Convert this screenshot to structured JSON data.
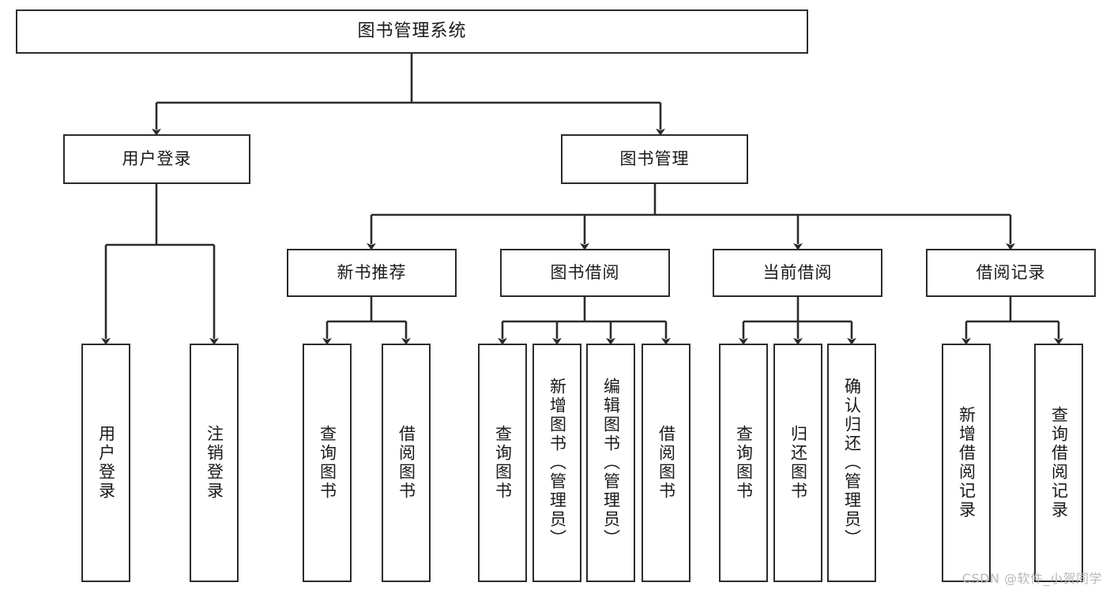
{
  "diagram": {
    "kind": "tree-structure-chart",
    "title": "图书管理系统",
    "watermark": "CSDN @软件_小贺同学",
    "colors": {
      "stroke": "#2b2b2b",
      "fill": "#ffffff",
      "text": "#1a1a1a",
      "watermark": "#b9b9b9"
    },
    "nodes": {
      "root": {
        "label": "图书管理系统"
      },
      "level1": [
        {
          "id": "user-login",
          "label": "用户登录"
        },
        {
          "id": "book-manage",
          "label": "图书管理"
        }
      ],
      "level2": [
        {
          "id": "new-book-recommend",
          "label": "新书推荐"
        },
        {
          "id": "book-borrow",
          "label": "图书借阅"
        },
        {
          "id": "current-borrow",
          "label": "当前借阅"
        },
        {
          "id": "borrow-record",
          "label": "借阅记录"
        }
      ],
      "leaves": {
        "user_login": [
          {
            "id": "leaf-user-login",
            "label": "用户登录"
          },
          {
            "id": "leaf-logout-login",
            "label": "注销登录"
          }
        ],
        "new_book_recommend": [
          {
            "id": "leaf-query-book-1",
            "label": "查询图书"
          },
          {
            "id": "leaf-borrow-book-1",
            "label": "借阅图书"
          }
        ],
        "book_borrow": [
          {
            "id": "leaf-query-book-2",
            "label": "查询图书"
          },
          {
            "id": "leaf-add-book",
            "label": "新增图书（管理员）"
          },
          {
            "id": "leaf-edit-book",
            "label": "编辑图书（管理员）"
          },
          {
            "id": "leaf-borrow-book-2",
            "label": "借阅图书"
          }
        ],
        "current_borrow": [
          {
            "id": "leaf-query-book-3",
            "label": "查询图书"
          },
          {
            "id": "leaf-return-book",
            "label": "归还图书"
          },
          {
            "id": "leaf-confirm-return",
            "label": "确认归还（管理员）"
          }
        ],
        "borrow_record": [
          {
            "id": "leaf-add-record",
            "label": "新增借阅记录"
          },
          {
            "id": "leaf-query-record",
            "label": "查询借阅记录"
          }
        ]
      }
    }
  }
}
